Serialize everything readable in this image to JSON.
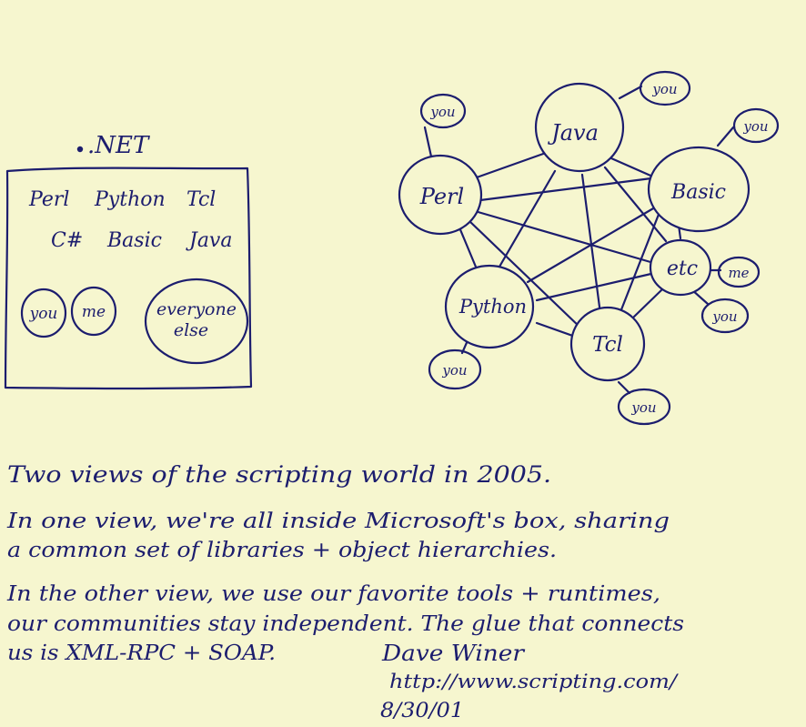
{
  "left_view": {
    "title": ".NET",
    "languages": [
      "Perl",
      "Python",
      "Tcl",
      "C#",
      "Basic",
      "Java"
    ],
    "people": [
      "you",
      "me"
    ],
    "everyone_else": [
      "everyone",
      "else"
    ]
  },
  "right_view": {
    "nodes": [
      "Java",
      "Perl",
      "Basic",
      "etc",
      "Python",
      "Tcl"
    ],
    "satellites": {
      "java": "you",
      "perl": "you",
      "basic": "you",
      "etc_me": "me",
      "etc_you": "you",
      "python": "you",
      "tcl": "you"
    }
  },
  "caption": {
    "lines": [
      "Two views of the scripting world in 2005.",
      "In one view, we're all inside Microsoft's box, sharing",
      "a common set of libraries + object hierarchies.",
      "In the other view, we use our favorite tools + runtimes,",
      "our communities stay independent. The glue that connects",
      "us is XML-RPC + SOAP."
    ]
  },
  "signature": {
    "name": "Dave Winer",
    "url": "http://www.scripting.com/",
    "date": "8/30/01"
  },
  "colors": {
    "ink": "#1c1d6e",
    "paper": "#f6f6cf"
  }
}
